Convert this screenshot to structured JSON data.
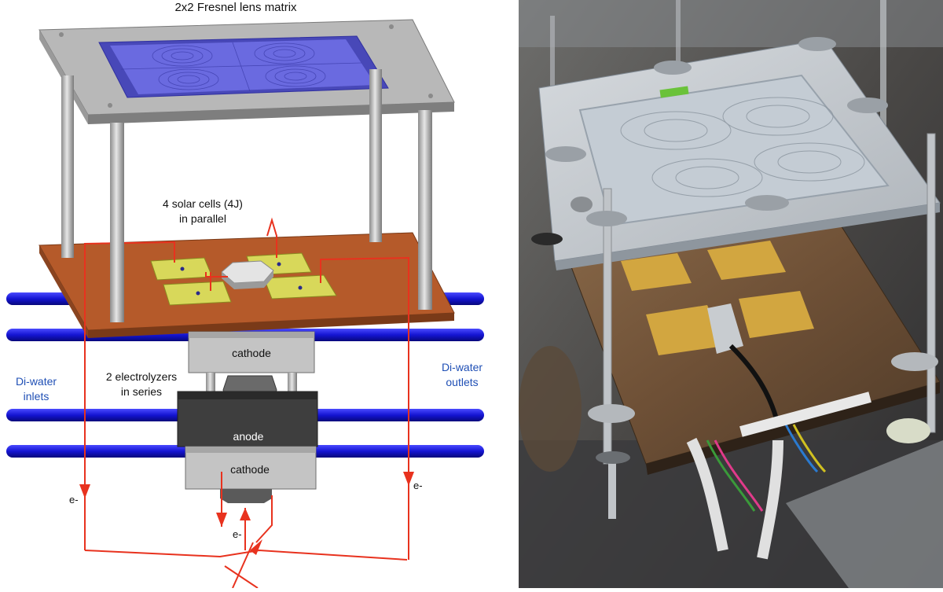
{
  "labels": {
    "lens_matrix": "2x2 Fresnel lens matrix",
    "solar_cells_line1": "4 solar cells (4J)",
    "solar_cells_line2": "in parallel",
    "electrolyzers_line1": "2 electrolyzers",
    "electrolyzers_line2": "in series",
    "inlets_line1": "Di-water",
    "inlets_line2": "inlets",
    "outlets_line1": "Di-water",
    "outlets_line2": "outlets",
    "cathode_top": "cathode",
    "anode": "anode",
    "cathode_bottom": "cathode",
    "electron_left": "e-",
    "electron_right": "e-",
    "electron_bottom": "e-"
  },
  "colors": {
    "circuit": "#e8321e",
    "water_tube": "#1414d2",
    "water_label": "#1f4fb5",
    "pcb": "#b55a2a",
    "lens": "#5a5ad8",
    "solar_cell": "#d8d85a"
  }
}
